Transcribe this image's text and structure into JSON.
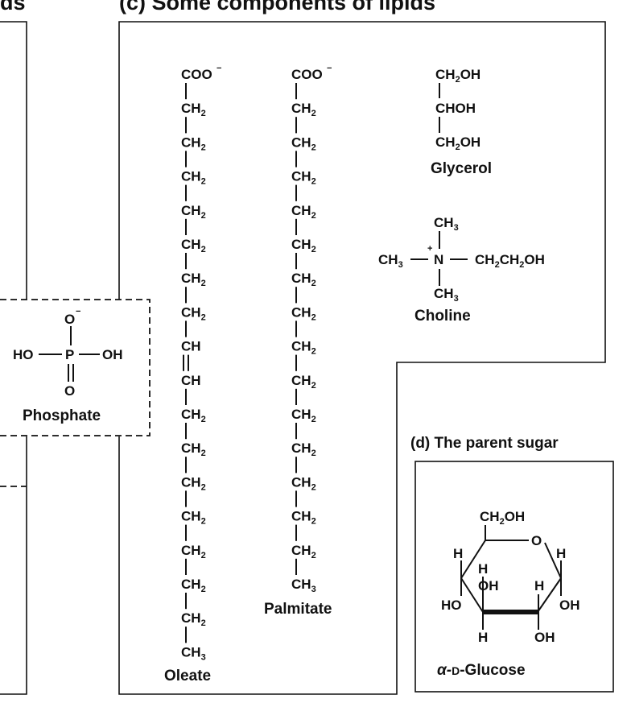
{
  "left_title_fragment": "ds",
  "panel_c_title": "(c) Some components of lipids",
  "panel_d_title": "(d) The parent sugar",
  "phosphate": {
    "o_minus": "O",
    "minus_sign": "−",
    "ho_left": "HO",
    "p": "P",
    "oh_right": "OH",
    "o_bottom": "O",
    "label": "Phosphate"
  },
  "oleate": {
    "top": "COO",
    "top_charge": "−",
    "ch2": "CH",
    "ch": "CH",
    "ch3": "CH",
    "sub2": "2",
    "sub3": "3",
    "label": "Oleate"
  },
  "palmitate": {
    "top": "COO",
    "top_charge": "−",
    "ch2": "CH",
    "ch3": "CH",
    "sub2": "2",
    "sub3": "3",
    "label": "Palmitate"
  },
  "glycerol": {
    "line1": "CH",
    "line1_tail": "OH",
    "line2": "CHOH",
    "line3": "CH",
    "line3_tail": "OH",
    "sub2": "2",
    "label": "Glycerol"
  },
  "choline": {
    "ch3_top": "CH",
    "ch3_left": "CH",
    "n": "N",
    "plus": "+",
    "right_a": "CH",
    "right_b": "CH",
    "right_c": "OH",
    "ch3_bottom": "CH",
    "sub2": "2",
    "sub3": "3",
    "label": "Choline"
  },
  "glucose": {
    "ch2oh": "CH",
    "ch2oh_tail": "OH",
    "sub2": "2",
    "ring_o": "O",
    "h_left_top": "H",
    "h_right_top": "H",
    "h_c4": "H",
    "oh_c4": "OH",
    "h_c2": "H",
    "ho_left": "HO",
    "oh_right": "OH",
    "h_bottom": "H",
    "oh_bottom": "OH",
    "label_alpha": "α-",
    "label_d": "D",
    "label_rest": "-Glucose"
  }
}
